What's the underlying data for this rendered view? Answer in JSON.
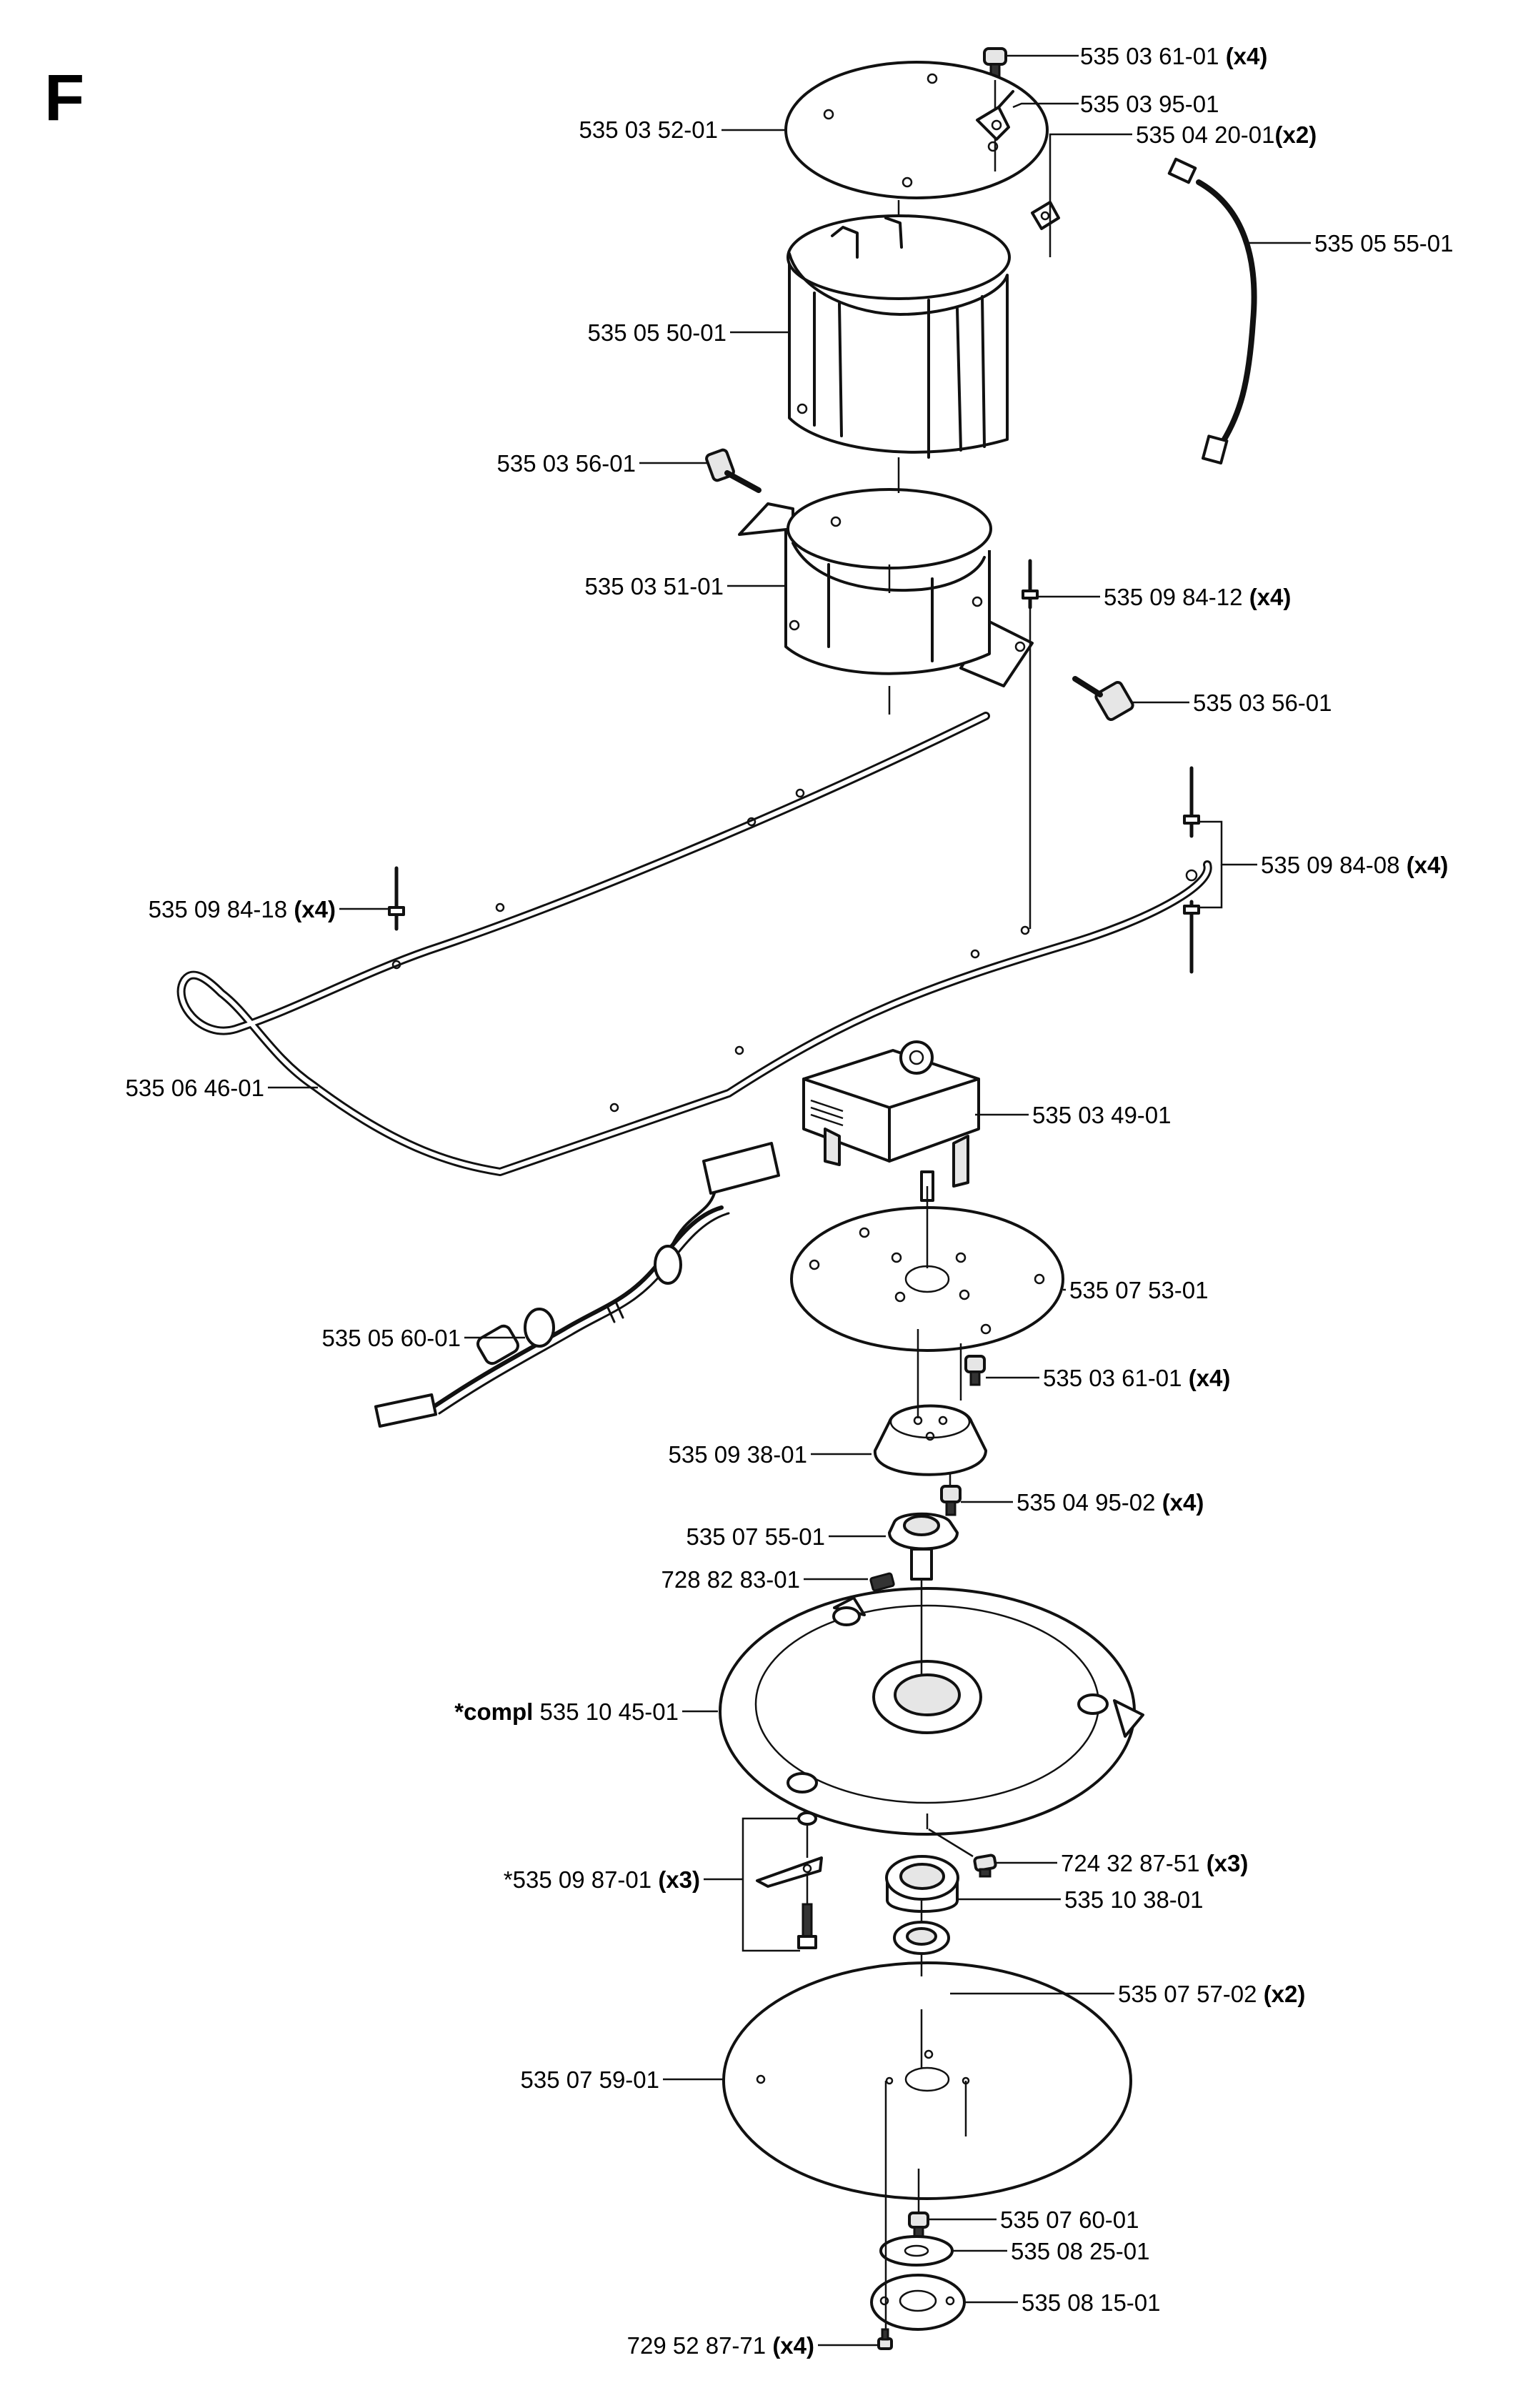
{
  "section_letter": "F",
  "labels": {
    "screw_top": {
      "part": "535 03 61-01",
      "qty": "(x4)"
    },
    "cover_lid": {
      "part": "535 03 52-01"
    },
    "clip": {
      "part": "535 03 95-01"
    },
    "nut": {
      "part": "535 04 20-01",
      "qty": "(x2)"
    },
    "cable_short": {
      "part": "535 05 55-01"
    },
    "housing_upper": {
      "part": "535 05 50-01"
    },
    "knob_left": {
      "part": "535 03 56-01"
    },
    "housing_lower": {
      "part": "535 03 51-01"
    },
    "pin_12": {
      "part": "535 09 84-12",
      "qty": "(x4)"
    },
    "knob_right": {
      "part": "535 03 56-01"
    },
    "pin_08": {
      "part": "535 09 84-08",
      "qty": "(x4)"
    },
    "pin_18": {
      "part": "535 09 84-18",
      "qty": "(x4)"
    },
    "boundary_wire": {
      "part": "535 06 46-01"
    },
    "motor": {
      "part": "535 03 49-01"
    },
    "mount_plate": {
      "part": "535 07 53-01"
    },
    "harness": {
      "part": "535 05 60-01"
    },
    "screw_plate": {
      "part": "535 03 61-01",
      "qty": "(x4)"
    },
    "hub": {
      "part": "535 09 38-01"
    },
    "screw_hub": {
      "part": "535 04 95-02",
      "qty": "(x4)"
    },
    "coupling": {
      "part": "535 07 55-01"
    },
    "set_screw": {
      "part": "728 82 83-01"
    },
    "blade_disc": {
      "prefix": "*compl",
      "part": "535 10 45-01"
    },
    "screw_blade": {
      "part": "724 32 87-51",
      "qty": "(x3)"
    },
    "blade_kit": {
      "part": "*535 09 87-01",
      "qty": "(x3)"
    },
    "bearing_housing": {
      "part": "535 10 38-01"
    },
    "bearing": {
      "part": "535 07 57-02",
      "qty": "(x2)"
    },
    "skid_plate": {
      "part": "535 07 59-01"
    },
    "bolt": {
      "part": "535 07 60-01"
    },
    "washer": {
      "part": "535 08 25-01"
    },
    "cap": {
      "part": "535 08 15-01"
    },
    "screw_bottom": {
      "part": "729 52 87-71",
      "qty": "(x4)"
    }
  }
}
